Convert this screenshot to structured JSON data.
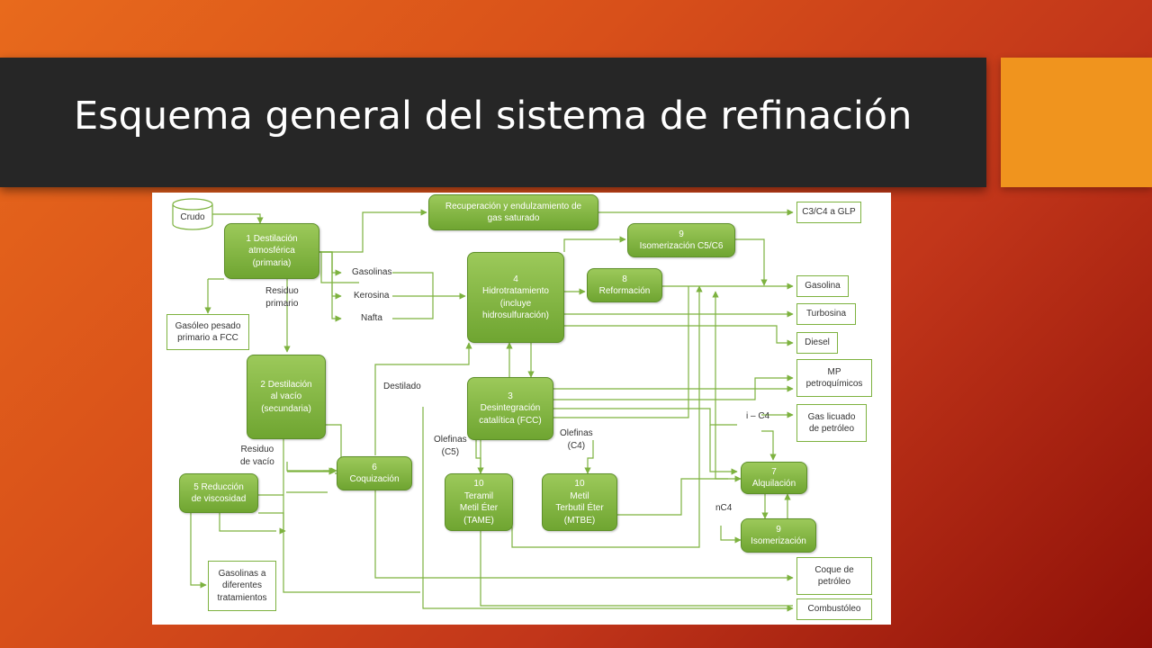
{
  "slide": {
    "title": "Esquema general del sistema de refinación"
  },
  "colors": {
    "process_fill": "#7db23f",
    "line": "#7db23f",
    "title_bar": "#262626",
    "accent": "#f0941e"
  },
  "diagram": {
    "crudo": "Crudo",
    "n1": [
      "1 Destilación",
      "atmosférica",
      "(primaria)"
    ],
    "n2": [
      "2 Destilación",
      "al vacío",
      "(secundaria)"
    ],
    "n3": [
      "3",
      "Desintegración",
      "catalítica (FCC)"
    ],
    "n4": [
      "4",
      "Hidrotratamiento",
      "(incluye",
      "hidrosulfuración)"
    ],
    "n5": [
      "5 Reducción",
      "de viscosidad"
    ],
    "n6": [
      "6",
      "Coquización"
    ],
    "n7": [
      "7",
      "Alquilación"
    ],
    "n8": [
      "8",
      "Reformación"
    ],
    "n9a": [
      "9",
      "Isomerización C5/C6"
    ],
    "n9b": [
      "9",
      "Isomerización"
    ],
    "n10a": [
      "10",
      "Teramil",
      "Metil Éter",
      "(TAME)"
    ],
    "n10b": [
      "10",
      "Metil",
      "Terbutil Éter",
      "(MTBE)"
    ],
    "recuperacion": [
      "Recuperación y endulzamiento de",
      "gas saturado"
    ],
    "gasoleo": [
      "Gasóleo pesado",
      "primario a FCC"
    ],
    "gasolinas_trat": [
      "Gasolinas a",
      "diferentes",
      "tratamientos"
    ],
    "products": {
      "glp": "C3/C4 a GLP",
      "gasolina": "Gasolina",
      "turbosina": "Turbosina",
      "diesel": "Diesel",
      "mp": [
        "MP",
        "petroquímicos"
      ],
      "gas_licuado": [
        "Gas licuado",
        "de petróleo"
      ],
      "coque": [
        "Coque de",
        "petróleo"
      ],
      "combustoleo": "Combustóleo"
    },
    "labels": {
      "gasolinas": "Gasolinas",
      "kerosina": "Kerosina",
      "nafta": "Nafta",
      "residuo_primario": [
        "Residuo",
        "primario"
      ],
      "destilado": "Destilado",
      "residuo_vacio": [
        "Residuo",
        "de vacío"
      ],
      "olefinas_c5": [
        "Olefinas",
        "(C5)"
      ],
      "olefinas_c4": [
        "Olefinas",
        "(C4)"
      ],
      "i_c4": "i – C4",
      "nc4": "nC4"
    }
  }
}
